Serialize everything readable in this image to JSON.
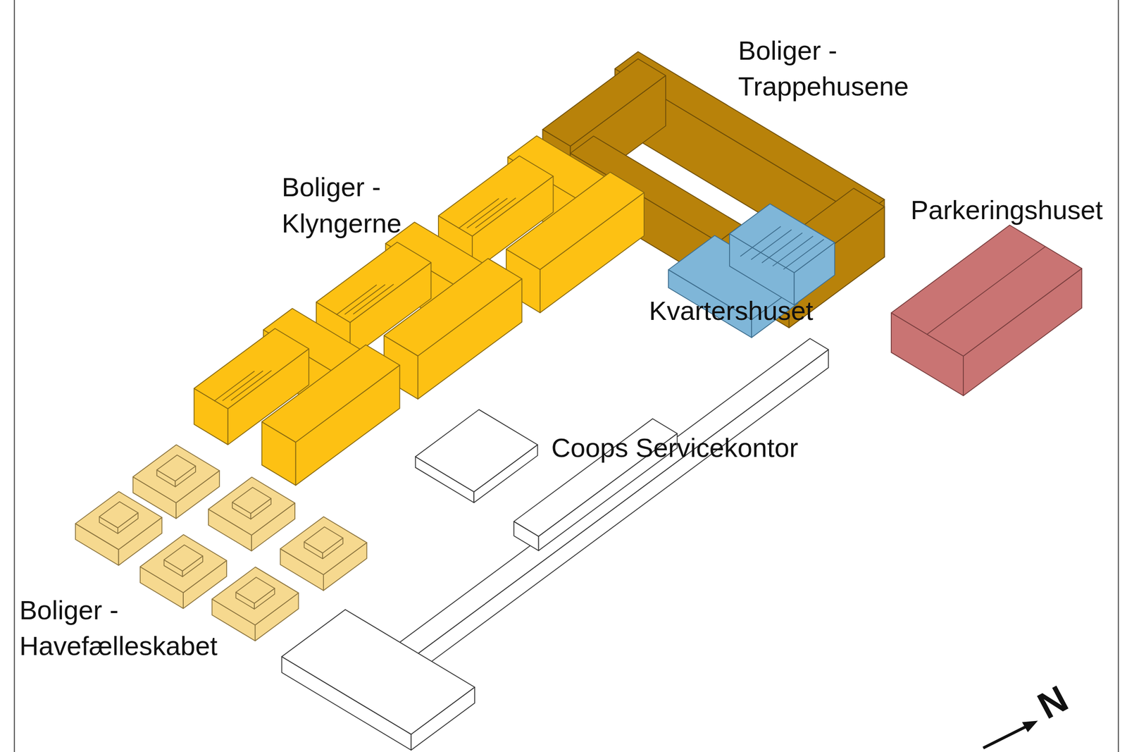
{
  "diagram": {
    "labels": [
      "Boliger - Trappehusene",
      "Boliger - Klyngerne",
      "Parkeringshuset",
      "Kvartershuset",
      "Coops Servicekontor",
      "Boliger - Havefælleskabet",
      "N"
    ]
  }
}
